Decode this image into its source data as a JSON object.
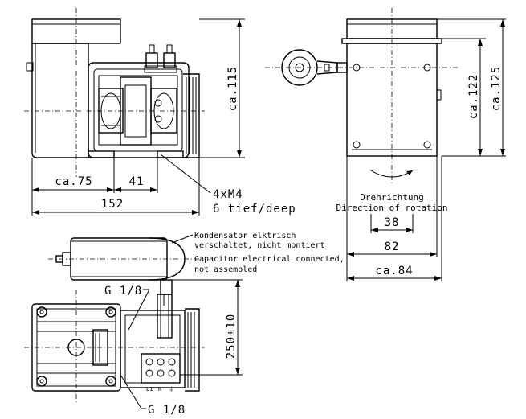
{
  "front_view": {
    "dim_height": "ca.115",
    "dim_ca75": "ca.75",
    "dim_41": "41",
    "dim_152": "152",
    "screw_spec": "4xM4",
    "screw_depth": "6 tief/deep"
  },
  "side_view": {
    "dim_122": "ca.122",
    "dim_125": "ca.125",
    "rotation_de": "Drehrichtung",
    "rotation_en": "Direction of rotation",
    "dim_38": "38",
    "dim_82": "82",
    "dim_84": "ca.84"
  },
  "capacitor_note": {
    "line1": "Kondensator elktrisch",
    "line2": "verschaltet, nicht montiert",
    "line3": "Capacitor electrical connected,",
    "line4": "not assembled"
  },
  "bottom_view": {
    "port_top": "G 1/8",
    "port_bottom": "G 1/8",
    "dim_cable": "250±10",
    "terminal_labels": [
      "L1",
      "N",
      "⏚"
    ]
  }
}
